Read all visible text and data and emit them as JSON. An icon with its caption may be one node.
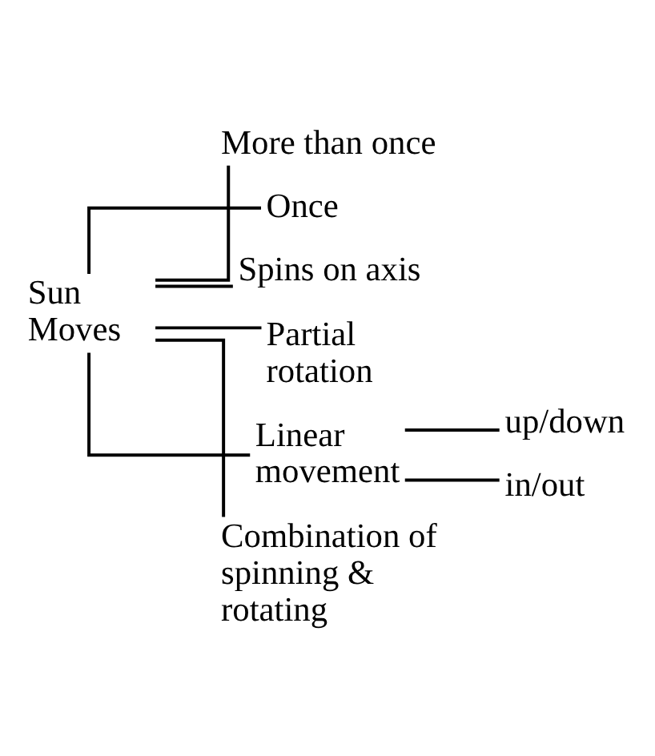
{
  "diagram": {
    "nodes": [
      {
        "text": [
          "Sun Moves"
        ]
      },
      {
        "text": [
          "More than once"
        ]
      },
      {
        "text": [
          "Once"
        ]
      },
      {
        "text": [
          "Spins on axis"
        ]
      },
      {
        "text": [
          "Partial rotation"
        ]
      },
      {
        "text": [
          "Linear movement"
        ]
      },
      {
        "text": [
          "up/down"
        ]
      },
      {
        "text": [
          "in/out"
        ]
      },
      {
        "text": [
          "Combination of spinning & rotating"
        ]
      }
    ],
    "edges": [
      {
        "from": 0,
        "to": 1,
        "arrow": "none"
      },
      {
        "from": 0,
        "to": 2,
        "arrow": "none"
      },
      {
        "from": 0,
        "to": 3,
        "arrow": "none"
      },
      {
        "from": 0,
        "to": 4,
        "arrow": "none"
      },
      {
        "from": 0,
        "to": 5,
        "arrow": "none"
      },
      {
        "from": 0,
        "to": 8,
        "arrow": "none"
      },
      {
        "from": 5,
        "to": 6,
        "arrow": "none"
      },
      {
        "from": 5,
        "to": 7,
        "arrow": "none"
      }
    ]
  }
}
